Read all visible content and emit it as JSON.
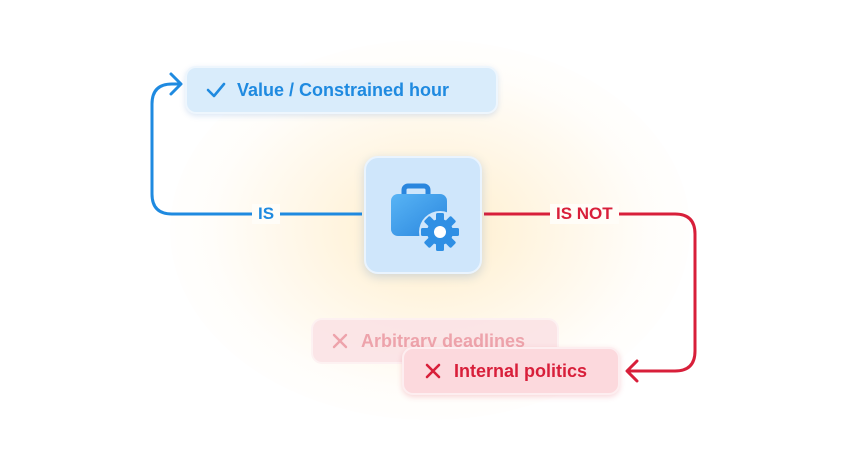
{
  "nodes": {
    "value": {
      "label": "Value  / Constrained hour",
      "icon": "check-icon"
    },
    "arbitrary": {
      "label": "Arbitrary deadlines",
      "icon": "x-icon"
    },
    "internal": {
      "label": "Internal politics",
      "icon": "x-icon"
    },
    "center": {
      "icon": "briefcase-gear-icon"
    }
  },
  "edges": {
    "is_label": "IS",
    "is_not_label": "IS NOT"
  },
  "colors": {
    "positive": "#1f8ae0",
    "negative": "#d81f3a",
    "positive_bg": "#d9ecfb",
    "negative_bg": "#fcd9dd",
    "tile_bg": "#cfe6fb",
    "glow": "#ffd682"
  }
}
